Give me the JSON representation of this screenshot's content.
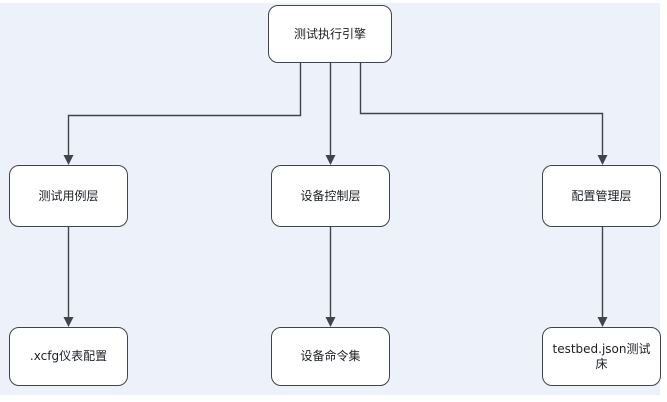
{
  "diagram": {
    "colors": {
      "canvas_background": "#edf1fa",
      "node_fill": "#ffffff",
      "stroke": "#3f454d",
      "text": "#1b1f24"
    },
    "nodes": [
      {
        "id": "test-execution-engine",
        "label": "测试执行引擎"
      },
      {
        "id": "test-case-layer",
        "label": "测试用例层"
      },
      {
        "id": "device-control-layer",
        "label": "设备控制层"
      },
      {
        "id": "config-management-layer",
        "label": "配置管理层"
      },
      {
        "id": "xcfg-instrument-config",
        "label": ".xcfg仪表配置"
      },
      {
        "id": "device-command-set",
        "label": "设备命令集"
      },
      {
        "id": "testbed-json-testbed",
        "label": "testbed.json测试床"
      }
    ],
    "edges": [
      {
        "from": "测试执行引擎",
        "to": "测试用例层"
      },
      {
        "from": "测试执行引擎",
        "to": "设备控制层"
      },
      {
        "from": "测试执行引擎",
        "to": "配置管理层"
      },
      {
        "from": "测试用例层",
        "to": ".xcfg仪表配置"
      },
      {
        "from": "设备控制层",
        "to": "设备命令集"
      },
      {
        "from": "配置管理层",
        "to": "testbed.json测试床"
      }
    ]
  }
}
